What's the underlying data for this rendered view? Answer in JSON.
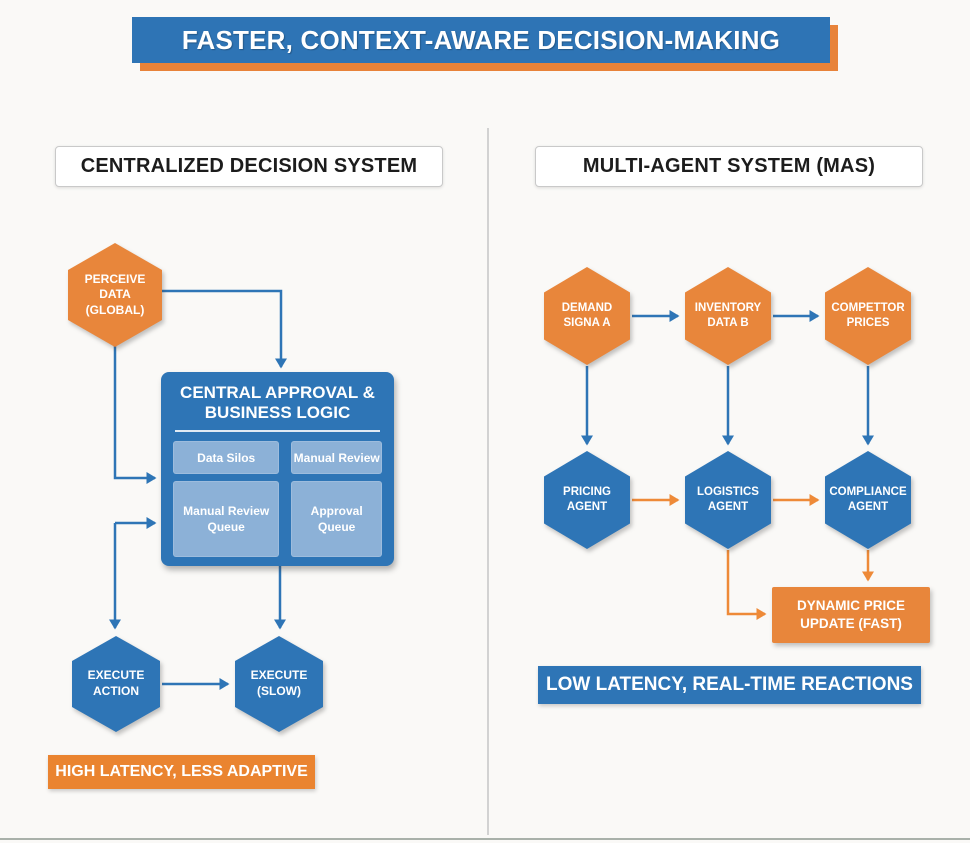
{
  "colors": {
    "blue": "#2e75b6",
    "orange": "#e8863b",
    "light_blue": "#8cb1d7",
    "banner_blue": "#2e74b5",
    "banner_orange": "#ea8430",
    "title_shadow_orange": "#e8833a"
  },
  "title_banner": {
    "label": "FASTER, CONTEXT-AWARE DECISION-MAKING"
  },
  "left_panel": {
    "header": "CENTRALIZED DECISION SYSTEM",
    "nodes": {
      "perceive": "PERCEIVE DATA (GLOBAL)",
      "execute_action": "EXECUTE ACTION",
      "execute_slow": "EXECUTE (SLOW)"
    },
    "central_box": {
      "title": "CENTRAL APPROVAL & BUSINESS LOGIC",
      "items": [
        "Data Silos",
        "Manual Review",
        "Manual Review Queue",
        "Approval Queue"
      ]
    },
    "banner": "HIGH LATENCY, LESS ADAPTIVE"
  },
  "right_panel": {
    "header": "MULTI-AGENT SYSTEM (MAS)",
    "inputs": [
      "DEMAND SIGNA A",
      "INVENTORY DATA B",
      "COMPETTOR PRICES"
    ],
    "agents": [
      "PRICING AGENT",
      "LOGISTICS AGENT",
      "COMPLIANCE AGENT"
    ],
    "output_box": "DYNAMIC PRICE UPDATE (FAST)",
    "banner": "LOW LATENCY, REAL-TIME REACTIONS"
  }
}
